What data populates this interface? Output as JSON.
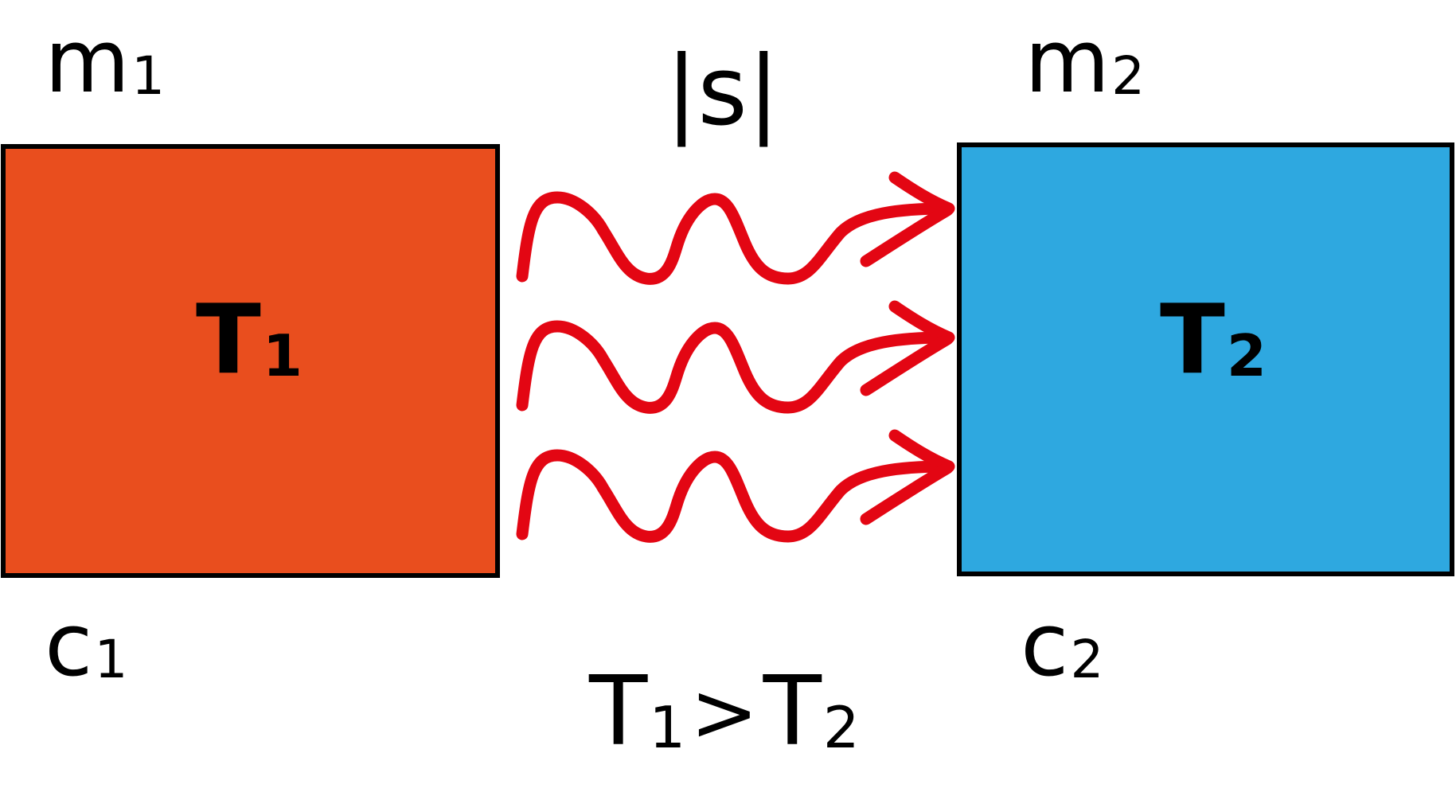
{
  "body1": {
    "color": "#E94E1E",
    "temperature": {
      "symbol": "T",
      "index": "1"
    },
    "mass": {
      "symbol": "m",
      "index": "1"
    },
    "heat_capacity": {
      "symbol": "c",
      "index": "1"
    }
  },
  "body2": {
    "color": "#2EA8E0",
    "temperature": {
      "symbol": "T",
      "index": "2"
    },
    "mass": {
      "symbol": "m",
      "index": "2"
    },
    "heat_capacity": {
      "symbol": "c",
      "index": "2"
    }
  },
  "medium_label": "|s|",
  "relation": {
    "left_symbol": "T",
    "left_index": "1",
    "operator": ">",
    "right_symbol": "T",
    "right_index": "2"
  },
  "arrows": {
    "count": 3,
    "color": "#E30613",
    "direction": "body1-to-body2"
  }
}
